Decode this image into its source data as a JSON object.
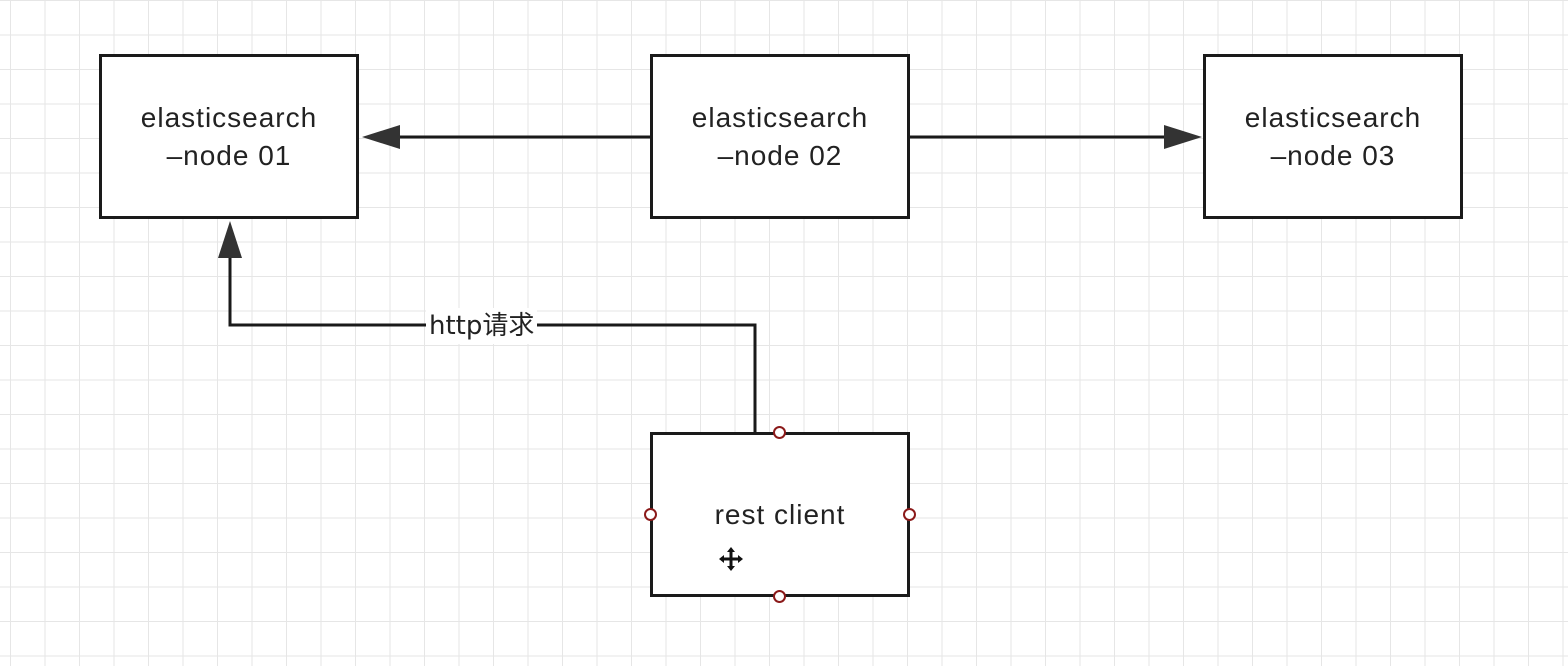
{
  "nodes": {
    "node01": {
      "line1": "elasticsearch",
      "line2": "–node 01"
    },
    "node02": {
      "line1": "elasticsearch",
      "line2": "–node 02"
    },
    "node03": {
      "line1": "elasticsearch",
      "line2": "–node 03"
    },
    "client": {
      "label": "rest client"
    }
  },
  "edges": {
    "client_to_node01": {
      "label": "http请求"
    }
  },
  "colors": {
    "stroke": "#1a1a1a",
    "arrow": "#333333",
    "grid": "#e6e6e6",
    "handle": "#8b1a1a"
  },
  "icons": {
    "cursor": "move-cursor-icon"
  }
}
